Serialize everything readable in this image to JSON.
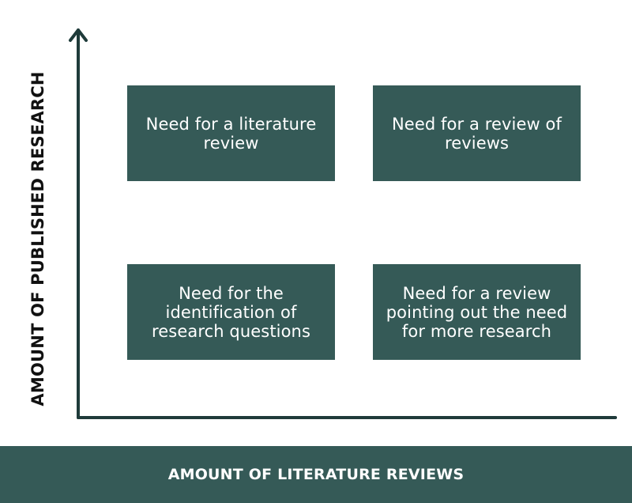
{
  "diagram": {
    "y_axis_label": "AMOUNT OF PUBLISHED RESEARCH",
    "x_axis_label": "AMOUNT OF LITERATURE REVIEWS",
    "quadrants": {
      "top_left": "Need for a literature review",
      "top_right": "Need for a review of reviews",
      "bottom_left": "Need for the identification of research questions",
      "bottom_right": "Need for a review pointing out the need for more research"
    }
  },
  "colors": {
    "box_fill": "#355a57",
    "footer_fill": "#355a57",
    "axis_stroke": "#1f3b3a",
    "label_text": "#111111",
    "box_text": "#ffffff"
  }
}
